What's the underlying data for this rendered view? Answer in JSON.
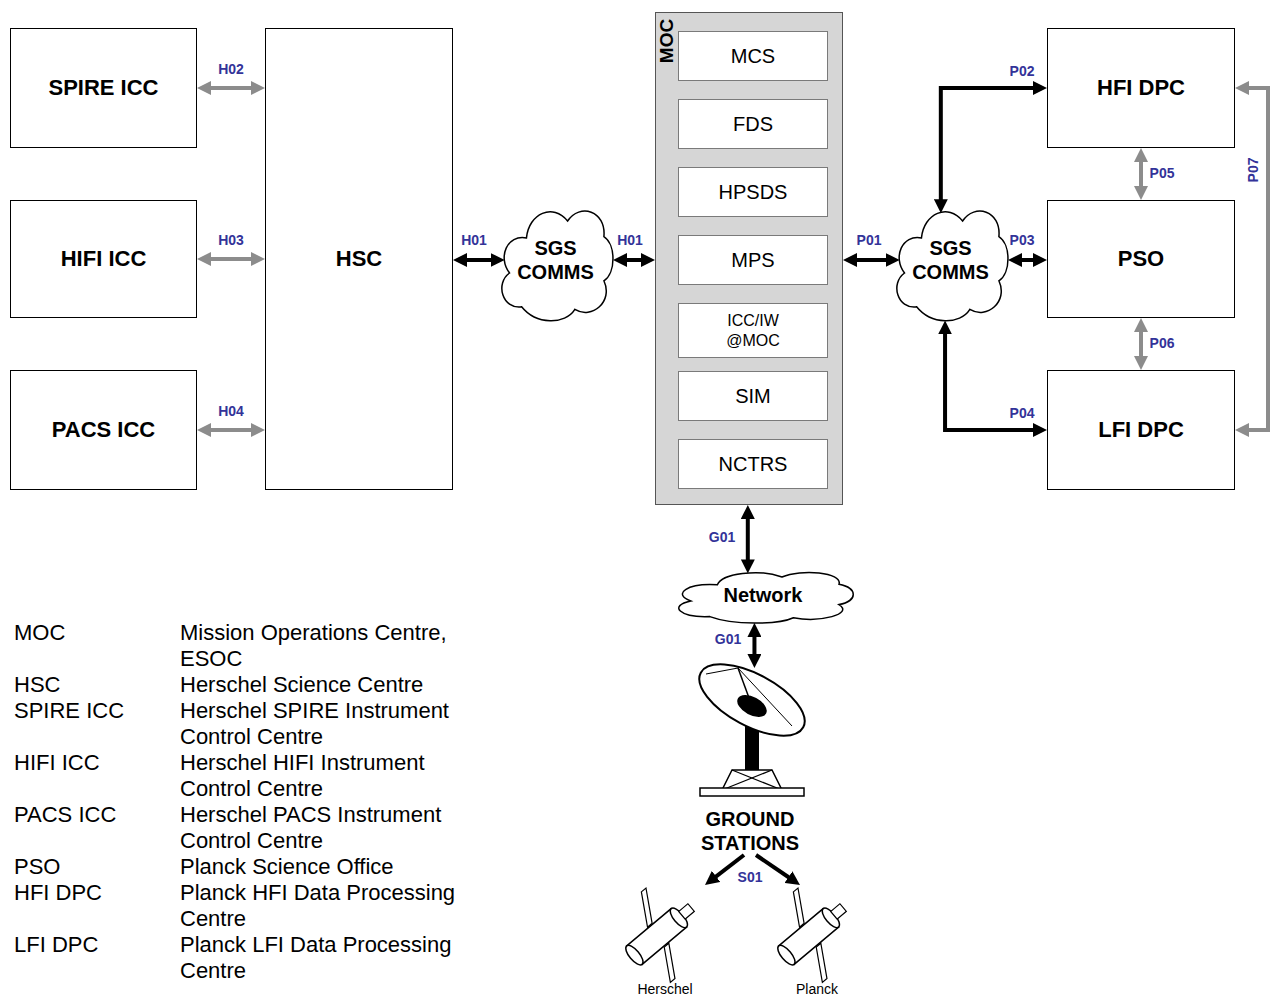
{
  "diagram": {
    "nodes": [
      {
        "text": [
          "SPIRE ICC"
        ]
      },
      {
        "text": [
          "HIFI ICC"
        ]
      },
      {
        "text": [
          "PACS ICC"
        ]
      },
      {
        "text": [
          "HSC"
        ]
      },
      {
        "text": [
          "SGS COMMS"
        ]
      },
      {
        "text": [
          "MOC"
        ]
      },
      {
        "text": [
          "MCS"
        ],
        "in": 5
      },
      {
        "text": [
          "FDS"
        ],
        "in": 5
      },
      {
        "text": [
          "HPSDS"
        ],
        "in": 5
      },
      {
        "text": [
          "MPS"
        ],
        "in": 5
      },
      {
        "text": [
          "ICC/IW @MOC"
        ],
        "in": 5
      },
      {
        "text": [
          "SIM"
        ],
        "in": 5
      },
      {
        "text": [
          "NCTRS"
        ],
        "in": 5
      },
      {
        "text": [
          "SGS COMMS"
        ]
      },
      {
        "text": [
          "HFI DPC"
        ]
      },
      {
        "text": [
          "PSO"
        ]
      },
      {
        "text": [
          "LFI DPC"
        ]
      },
      {
        "text": [
          "Network"
        ]
      },
      {
        "text": [
          "GROUND STATIONS"
        ]
      },
      {
        "text": [
          "Herschel"
        ]
      },
      {
        "text": [
          "Planck"
        ]
      }
    ],
    "edges": [
      {
        "from": 0,
        "to": 3,
        "arrow": "both",
        "label": "H02"
      },
      {
        "from": 1,
        "to": 3,
        "arrow": "both",
        "label": "H03"
      },
      {
        "from": 2,
        "to": 3,
        "arrow": "both",
        "label": "H04"
      },
      {
        "from": 3,
        "to": 4,
        "arrow": "both",
        "label": "H01"
      },
      {
        "from": 4,
        "to": 5,
        "arrow": "both",
        "label": "H01"
      },
      {
        "from": 5,
        "to": 13,
        "arrow": "both",
        "label": "P01"
      },
      {
        "from": 13,
        "to": 14,
        "arrow": "both",
        "label": "P02"
      },
      {
        "from": 13,
        "to": 15,
        "arrow": "both",
        "label": "P03"
      },
      {
        "from": 13,
        "to": 16,
        "arrow": "both",
        "label": "P04"
      },
      {
        "from": 14,
        "to": 15,
        "arrow": "both",
        "label": "P05"
      },
      {
        "from": 15,
        "to": 16,
        "arrow": "both",
        "label": "P06"
      },
      {
        "from": 14,
        "to": 16,
        "arrow": "both",
        "label": "P07"
      },
      {
        "from": 5,
        "to": 17,
        "arrow": "both",
        "label": "G01"
      },
      {
        "from": 17,
        "to": 18,
        "arrow": "both",
        "label": "G01"
      },
      {
        "from": 18,
        "to": 19,
        "arrow": "to",
        "label": "S01"
      },
      {
        "from": 18,
        "to": 20,
        "arrow": "to"
      }
    ],
    "labels": [
      "MOC",
      "Mission Operations Centre, ESOC",
      "HSC",
      "Herschel Science Centre",
      "SPIRE ICC",
      "Herschel SPIRE Instrument Control Centre",
      "HIFI ICC",
      "Herschel HIFI Instrument Control Centre",
      "PACS ICC",
      "Herschel PACS Instrument Control Centre",
      "PSO",
      "Planck Science Office",
      "HFI DPC",
      "Planck HFI Data Processing Centre",
      "LFI DPC",
      "Planck LFI Data Processing Centre"
    ]
  }
}
